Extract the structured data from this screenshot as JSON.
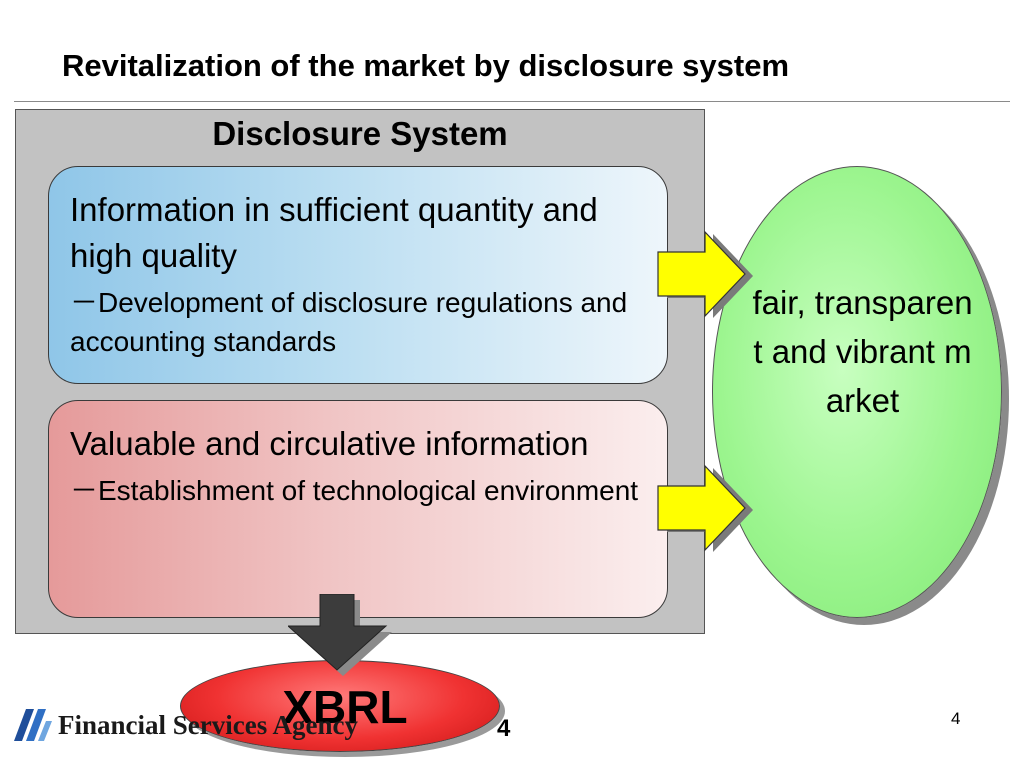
{
  "slide": {
    "title": "Revitalization of the market by disclosure system",
    "page_number": "4"
  },
  "panel": {
    "title": "Disclosure System"
  },
  "box_blue": {
    "heading": "Information in sufficient quantity and high quality",
    "subtext": "－Development of disclosure regulations and accounting standards"
  },
  "box_red": {
    "heading": "Valuable and circulative information",
    "subtext": "－Establishment of technological environment"
  },
  "market_oval": {
    "text": "fair, transparent and vibrant market"
  },
  "xbrl": {
    "label": "XBRL",
    "stray_number": "4"
  },
  "footer": {
    "organization": "Financial Services Agency"
  },
  "colors": {
    "arrow_fill": "#ffff00",
    "market_green": "#9cf58f",
    "xbrl_red": "#f03232",
    "panel_gray": "#c2c2c2"
  }
}
